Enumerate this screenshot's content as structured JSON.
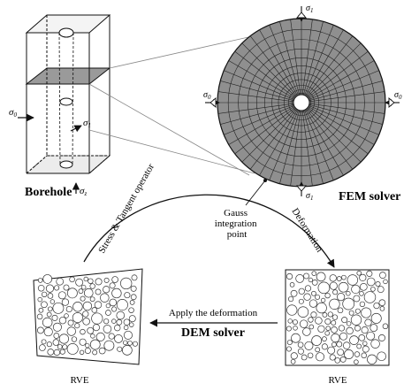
{
  "labels": {
    "borehole": "Borehole",
    "fem_solver": "FEM solver",
    "stress_tangent": "Stress & Tangent operator",
    "deformation": "Deformation",
    "gauss_point": [
      "Gauss",
      "integration",
      "point"
    ],
    "apply_deformation": "Apply the deformation",
    "dem_solver": "DEM solver",
    "rve_left": "RVE",
    "rve_right": "RVE"
  },
  "symbols": {
    "sigma_0": "σ",
    "sigma_0_sub": "0",
    "sigma_1": "σ",
    "sigma_1_sub": "1",
    "sigma_z": "σ",
    "sigma_z_sub": "z"
  },
  "colors": {
    "ink": "#111111",
    "plane_fill": "#9a9a9a",
    "mesh_fill": "#8f8f8f",
    "mesh_line": "#222222",
    "particle_fill": "#ffffff"
  }
}
